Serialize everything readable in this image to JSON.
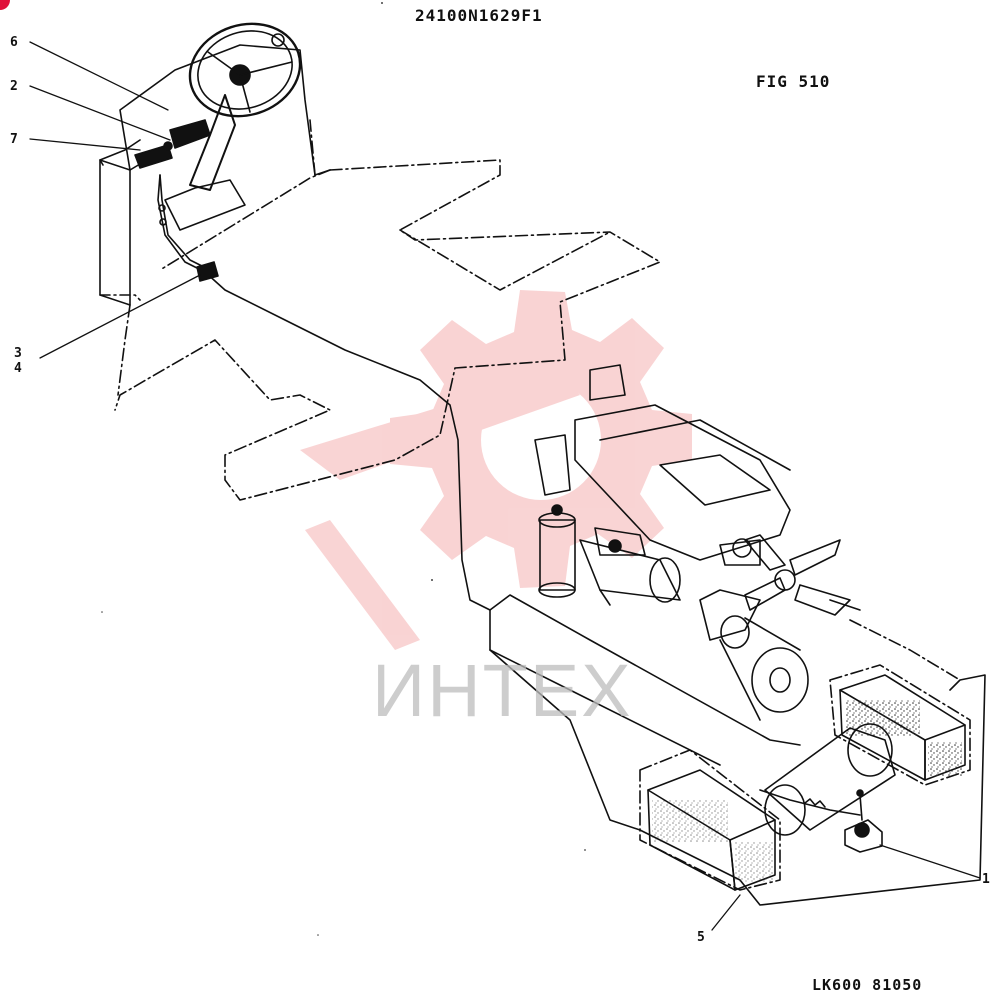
{
  "header": {
    "document_code": "24100N1629F1",
    "figure_title": "FIG 510"
  },
  "footer": {
    "drawing_code": "LK600 81050"
  },
  "callouts": {
    "c1": "1",
    "c2": "2",
    "c3": "3",
    "c4": "4",
    "c5": "5",
    "c6": "6",
    "c7": "7"
  },
  "watermark": {
    "text": "ИНТЕХ",
    "color": "#f2a0a0",
    "text_color": "#bdbdbd"
  },
  "colors": {
    "ink": "#111111",
    "corner_mark": "#e0103a"
  }
}
